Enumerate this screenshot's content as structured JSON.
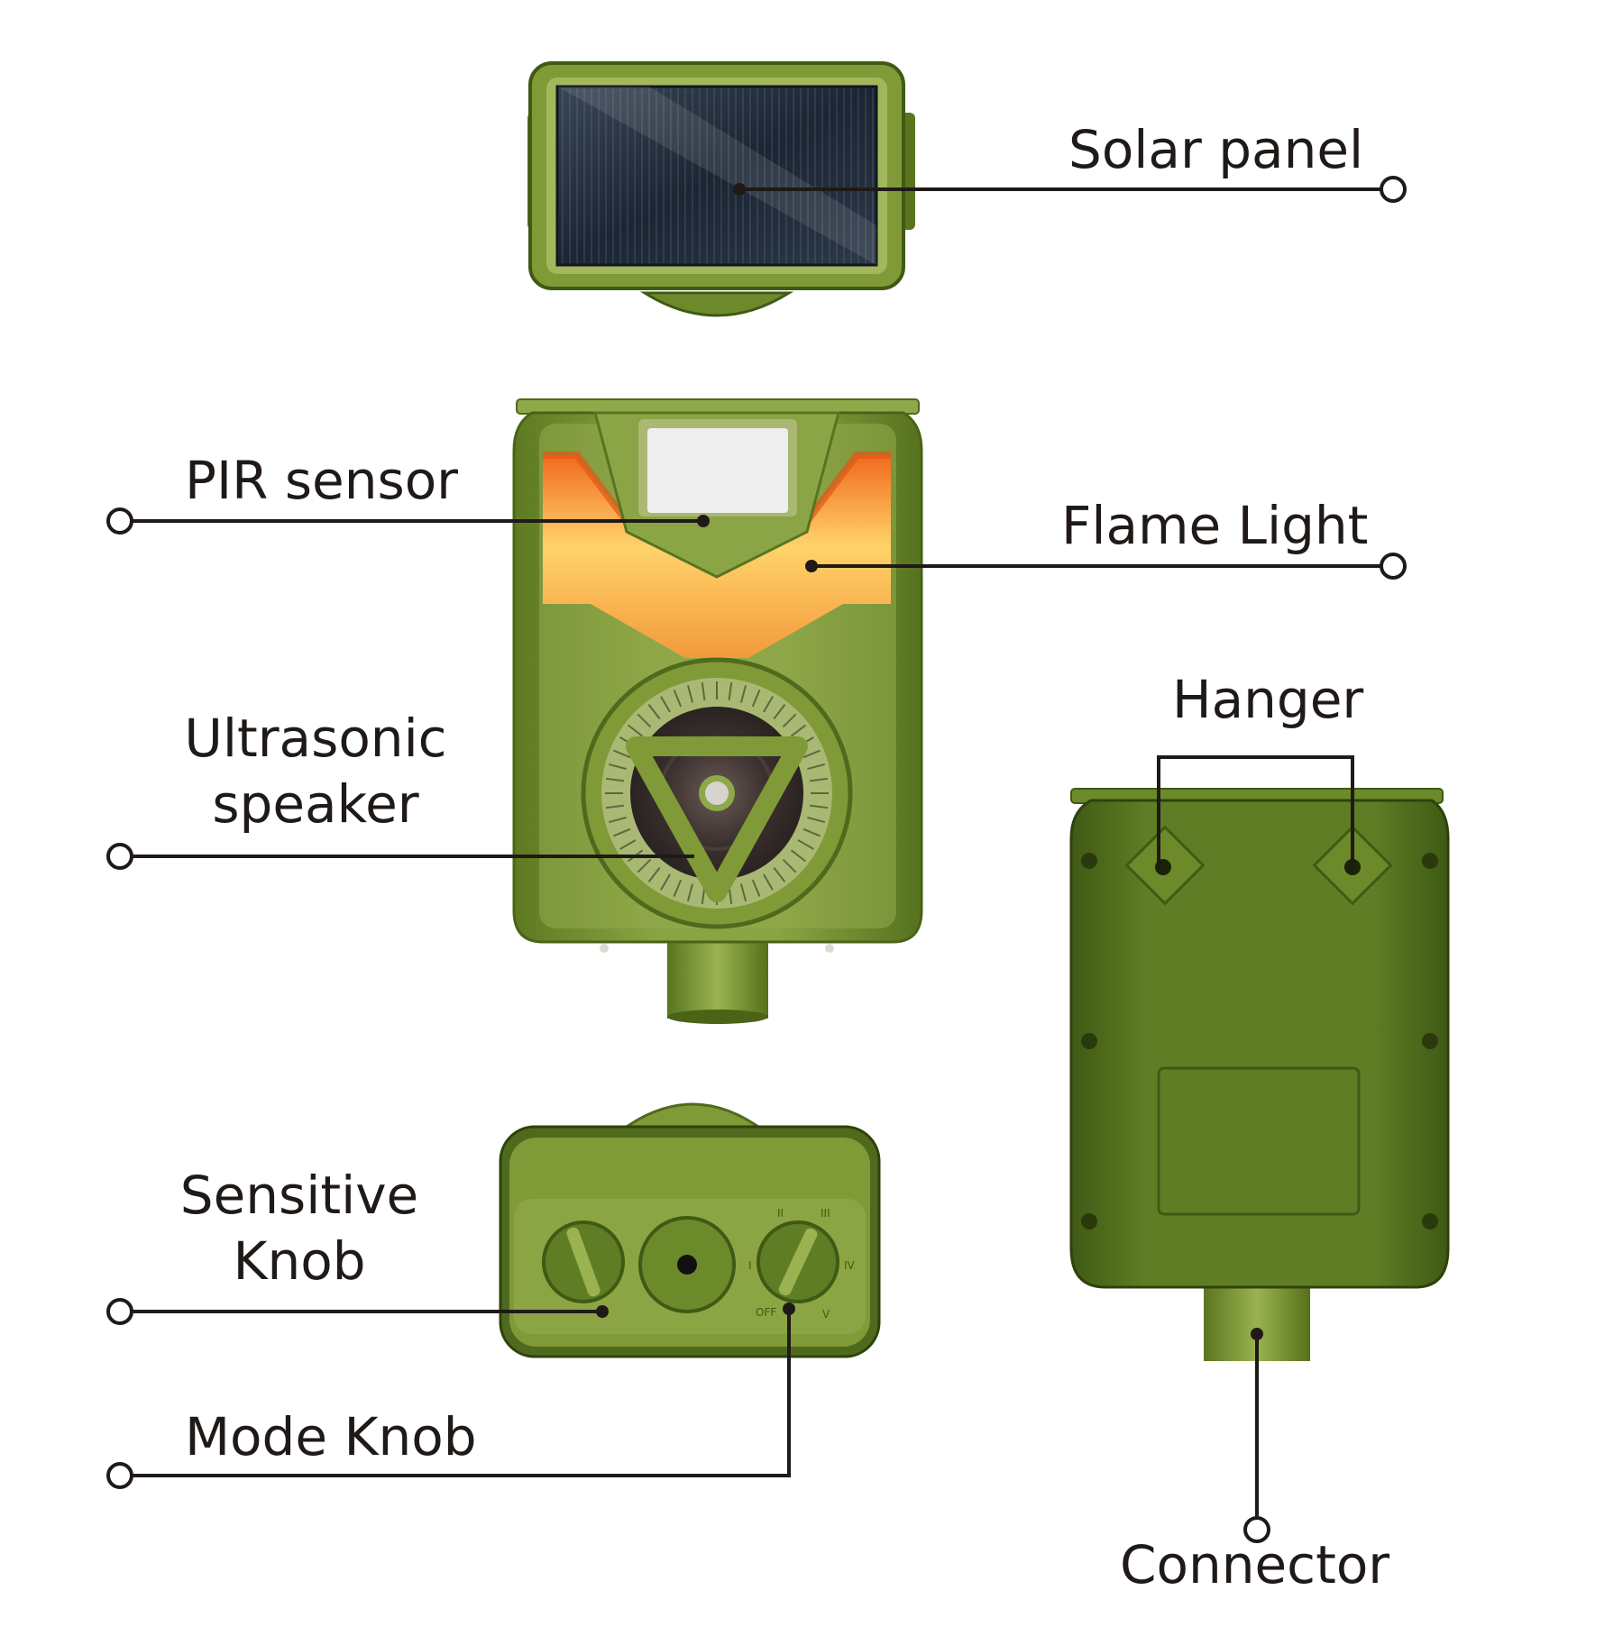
{
  "labels": {
    "solar_panel": "Solar panel",
    "pir_sensor": "PIR sensor",
    "flame_light": "Flame Light",
    "ultrasonic_line1": "Ultrasonic",
    "ultrasonic_line2": "speaker",
    "hanger": "Hanger",
    "sensitive_line1": "Sensitive",
    "sensitive_line2": "Knob",
    "mode_knob": "Mode Knob",
    "connector": "Connector"
  },
  "knob_marks": {
    "mode_off": "OFF",
    "mode_1": "I",
    "mode_2": "II",
    "mode_3": "III",
    "mode_4": "IV",
    "mode_5": "V"
  },
  "colors": {
    "body_green": "#7f9a36",
    "dark_green": "#4f6a1d",
    "light_green": "#a3b85c",
    "flame_orange": "#f0862a",
    "flame_yellow": "#ffd46a",
    "solar_cell": "#1e2a3a",
    "line": "#1f1a17"
  }
}
